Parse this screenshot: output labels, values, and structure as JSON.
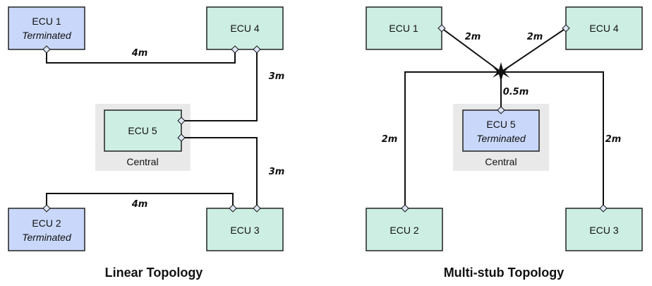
{
  "colors": {
    "ecu_terminated": "#c9d8fa",
    "ecu_normal": "#cdeee2",
    "central_bg": "#e9e9e9",
    "wire": "#111111"
  },
  "linear": {
    "caption": "Linear Topology",
    "ecu1": {
      "name": "ECU 1",
      "sub": "Terminated"
    },
    "ecu2": {
      "name": "ECU 2",
      "sub": "Terminated"
    },
    "ecu3": {
      "name": "ECU 3"
    },
    "ecu4": {
      "name": "ECU 4"
    },
    "ecu5": {
      "name": "ECU 5"
    },
    "central_label": "Central",
    "len_top": "4m",
    "len_right_upper": "3m",
    "len_right_lower": "3m",
    "len_bottom": "4m"
  },
  "multistub": {
    "caption": "Multi-stub Topology",
    "ecu1": {
      "name": "ECU 1"
    },
    "ecu2": {
      "name": "ECU 2"
    },
    "ecu3": {
      "name": "ECU 3"
    },
    "ecu4": {
      "name": "ECU 4"
    },
    "ecu5": {
      "name": "ECU 5",
      "sub": "Terminated"
    },
    "central_label": "Central",
    "len_ecu1": "2m",
    "len_ecu4": "2m",
    "len_ecu5": "0.5m",
    "len_ecu2": "2m",
    "len_ecu3": "2m"
  }
}
